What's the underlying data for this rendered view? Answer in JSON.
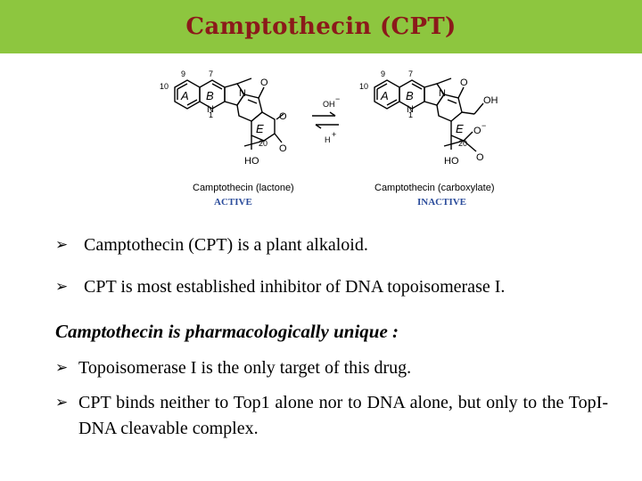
{
  "header": {
    "title": "Camptothecin (CPT)"
  },
  "scheme": {
    "left": {
      "ring_a": "A",
      "ring_b": "B",
      "ring_e": "E",
      "n_atom": "N",
      "n_atom_b": "N",
      "o_atom_carbonyl": "O",
      "o_atom_ring": "O",
      "o_atom_lactone": "O",
      "num_9": "9",
      "num_7": "7",
      "num_10": "10",
      "num_1": "1",
      "num_20": "20",
      "ho": "HO",
      "name": "Camptothecin (lactone)",
      "state": "ACTIVE"
    },
    "arrows": {
      "forward": "OH",
      "forward_sign": "−",
      "reverse": "H",
      "reverse_sign": "+"
    },
    "right": {
      "ring_a": "A",
      "ring_b": "B",
      "ring_e": "E",
      "n_atom": "N",
      "n_atom_b": "N",
      "o_atom_carbonyl": "O",
      "oh": "OH",
      "o_atom_carboxylate": "O",
      "o_atom_minus": "−",
      "o_atom_acid": "O",
      "num_9": "9",
      "num_7": "7",
      "num_10": "10",
      "num_1": "1",
      "num_20": "20",
      "ho": "HO",
      "name": "Camptothecin (carboxylate)",
      "state": "INACTIVE"
    },
    "colors": {
      "state_label": "#2b4c9b"
    }
  },
  "bullets_top": [
    "Camptothecin (CPT) is a plant alkaloid.",
    "CPT is most established inhibitor of DNA topoisomerase I."
  ],
  "subheading": "Camptothecin is pharmacologically unique :",
  "bullets_bottom": [
    "Topoisomerase I is the only target of  this drug.",
    "CPT binds neither to Top1 alone nor to DNA alone, but only to the TopI-DNA cleavable complex."
  ],
  "bullet_glyph": "➢",
  "colors": {
    "title_bar": "#8dc63f",
    "title_text": "#8b1a1a"
  }
}
